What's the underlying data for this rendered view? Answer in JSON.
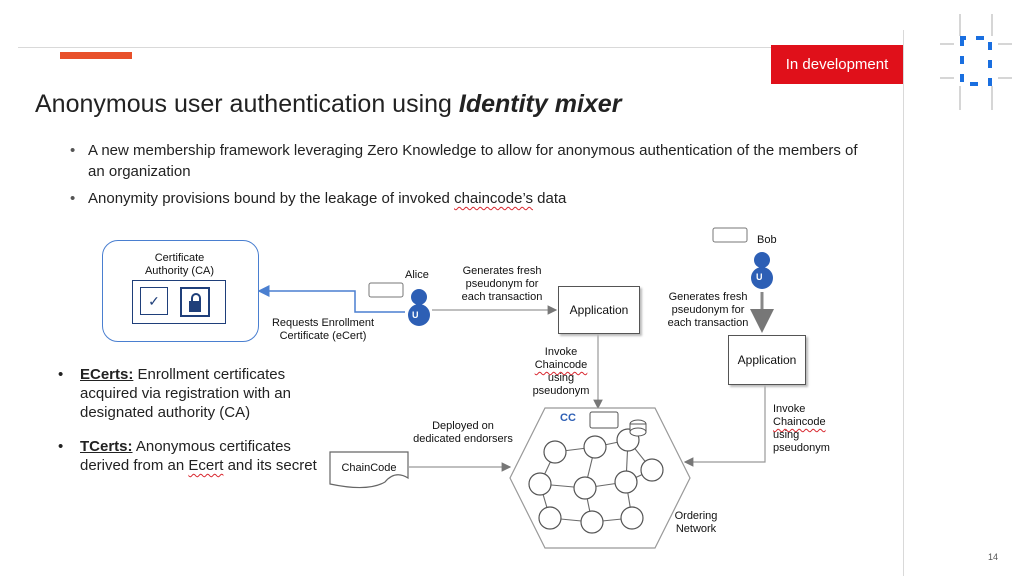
{
  "badge": "In development",
  "page_number": "14",
  "title": {
    "prefix": "Anonymous user authentication using",
    "emphasis": "Identity mixer"
  },
  "bullets": [
    {
      "text": "A new membership framework leveraging Zero Knowledge to allow for anonymous authentication of the members of an organization"
    },
    {
      "before": "Anonymity provisions bound by the leakage of invoked ",
      "link": "chaincode’s",
      "after": " data"
    }
  ],
  "diagram": {
    "ca_label": "Certificate Authority (CA)",
    "ca_line1": "Certificate",
    "ca_line2": "Authority (CA)",
    "alice": "Alice",
    "bob": "Bob",
    "user_glyph": "U",
    "requests_line1": "Requests Enrollment",
    "requests_line2": "Certificate (eCert)",
    "gen_alice": [
      "Generates fresh",
      "pseudonym for",
      "each transaction"
    ],
    "gen_bob": [
      "Generates fresh",
      "pseudonym for",
      "each transaction"
    ],
    "application": "Application",
    "invoke_left": {
      "l1": "Invoke",
      "l2": "Chaincode",
      "l3": "using",
      "l4": "pseudonym"
    },
    "invoke_right": {
      "l1": "Invoke",
      "l2": "Chaincode",
      "l3": "using",
      "l4": "pseudonym"
    },
    "deployed": [
      "Deployed on",
      "dedicated endorsers"
    ],
    "chaincode_doc": "ChainCode",
    "cc": "CC",
    "ordering": [
      "Ordering",
      "Network"
    ]
  },
  "lower_bullets": [
    {
      "term": "ECerts:",
      "text": " Enrollment certificates acquired via registration with an designated authority (CA)"
    },
    {
      "term": "TCerts:",
      "text": " Anonymous certificates derived from an ",
      "squig": "Ecert",
      "after": " and its secret"
    }
  ],
  "colors": {
    "accent_red": "#e0101a",
    "orange": "#e8502a",
    "ca_border": "#4a7fd0",
    "user_blue": "#2d5fb5"
  }
}
